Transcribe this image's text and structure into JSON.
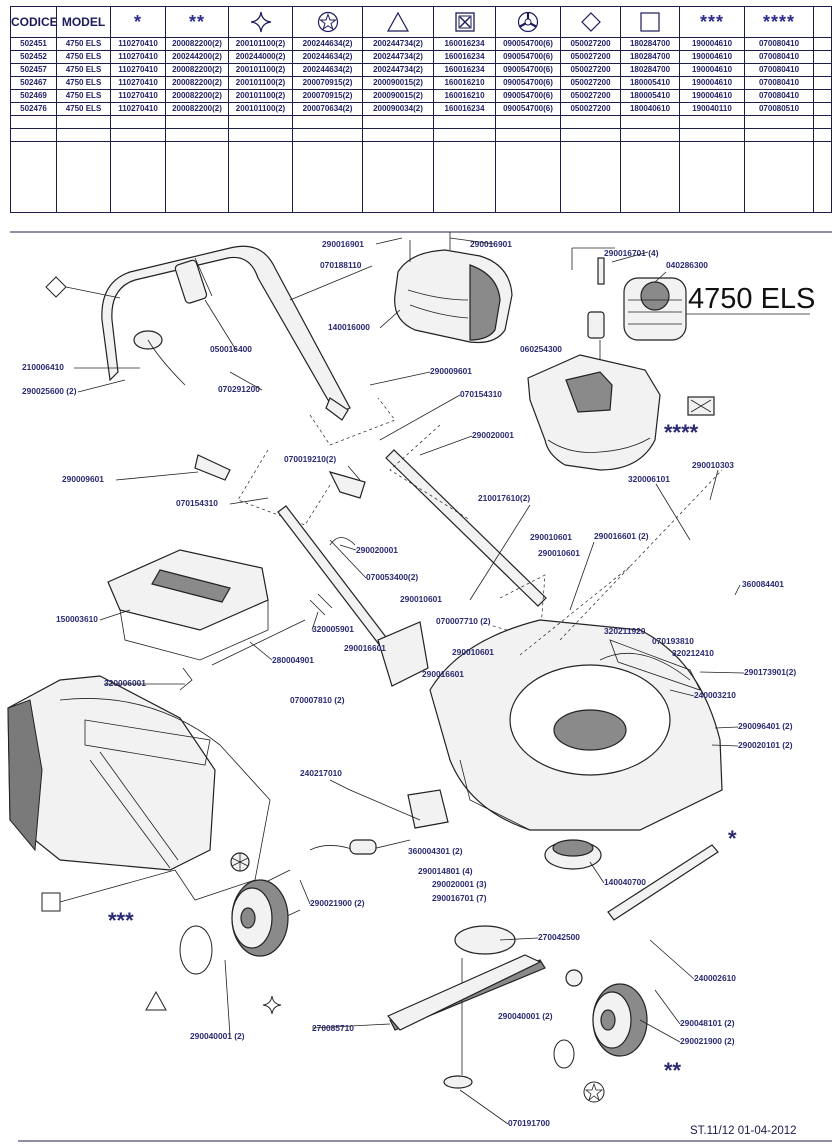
{
  "table": {
    "headers": [
      "CODICE",
      "MODEL"
    ],
    "symbol_columns": [
      {
        "kind": "stars",
        "label": "*"
      },
      {
        "kind": "stars",
        "label": "**"
      },
      {
        "kind": "icon",
        "icon": "four-point-star-icon"
      },
      {
        "kind": "icon",
        "icon": "circle-star-icon"
      },
      {
        "kind": "icon",
        "icon": "triangle-icon"
      },
      {
        "kind": "icon",
        "icon": "crossed-box-icon"
      },
      {
        "kind": "icon",
        "icon": "hub-wheel-icon"
      },
      {
        "kind": "icon",
        "icon": "diamond-icon"
      },
      {
        "kind": "icon",
        "icon": "square-icon"
      },
      {
        "kind": "stars",
        "label": "***"
      },
      {
        "kind": "stars",
        "label": "****"
      }
    ],
    "rows": [
      [
        "502451",
        "4750 ELS",
        "110270410",
        "200082200(2)",
        "200101100(2)",
        "200244634(2)",
        "200244734(2)",
        "160016234",
        "090054700(6)",
        "050027200",
        "180284700",
        "190004610",
        "070080410"
      ],
      [
        "502452",
        "4750 ELS",
        "110270410",
        "200244200(2)",
        "200244000(2)",
        "200244634(2)",
        "200244734(2)",
        "160016234",
        "090054700(6)",
        "050027200",
        "180284700",
        "190004610",
        "070080410"
      ],
      [
        "502457",
        "4750 ELS",
        "110270410",
        "200082200(2)",
        "200101100(2)",
        "200244634(2)",
        "200244734(2)",
        "160016234",
        "090054700(6)",
        "050027200",
        "180284700",
        "190004610",
        "070080410"
      ],
      [
        "502467",
        "4750 ELS",
        "110270410",
        "200082200(2)",
        "200101100(2)",
        "200070915(2)",
        "200090015(2)",
        "160016210",
        "090054700(6)",
        "050027200",
        "180005410",
        "190004610",
        "070080410"
      ],
      [
        "502469",
        "4750 ELS",
        "110270410",
        "200082200(2)",
        "200101100(2)",
        "200070915(2)",
        "200090015(2)",
        "160016210",
        "090054700(6)",
        "050027200",
        "180005410",
        "190004610",
        "070080410"
      ],
      [
        "502476",
        "4750 ELS",
        "110270410",
        "200082200(2)",
        "200101100(2)",
        "200070634(2)",
        "200090034(2)",
        "160016234",
        "090054700(6)",
        "050027200",
        "180040610",
        "190040110",
        "070080510"
      ]
    ]
  },
  "diagram": {
    "model_title": "4750 ELS",
    "parts": {
      "p290016901a": "290016901",
      "p290016901b": "290016901",
      "p070188110": "070188110",
      "p140016000": "140016000",
      "p050016400": "050016400",
      "p290016701_4": "290016701 (4)",
      "p040286300": "040286300",
      "p060254300": "060254300",
      "p210006410": "210006410",
      "p290025600": "290025600 (2)",
      "p070291200": "070291200",
      "p290009601a": "290009601",
      "p070154310a": "070154310",
      "p290020001a": "290020001",
      "p290009601b": "290009601",
      "p070154310b": "070154310",
      "p070019210": "070019210(2)",
      "p290010303": "290010303",
      "p320006101": "320006101",
      "p210017610": "210017610(2)",
      "p290020001b": "290020001",
      "p070053400": "070053400(2)",
      "p290010601a": "290010601",
      "p290010601b": "290010601",
      "p290016601a": "290016601 (2)",
      "p150003610": "150003610",
      "p360084401": "360084401",
      "p290010601c": "290010601",
      "p070007710": "070007710 (2)",
      "p320005901": "320005901",
      "p280004901": "280004901",
      "p320211920": "320211920",
      "p070193810": "070193810",
      "p320212410": "320212410",
      "p290016601b": "290016601",
      "p290010601d": "290010601",
      "p290173901": "290173901(2)",
      "p320006001": "320006001",
      "p290016601c": "290016601",
      "p070007810": "070007810 (2)",
      "p240003210": "240003210",
      "p290096401": "290096401 (2)",
      "p290020101": "290020101 (2)",
      "p240217010": "240217010",
      "p360004301": "360004301 (2)",
      "p290014801": "290014801 (4)",
      "p290020001c": "290020001 (3)",
      "p290016701_7": "290016701 (7)",
      "p140040700": "140040700",
      "p290021900a": "290021900 (2)",
      "p270042500": "270042500",
      "p240002610": "240002610",
      "p290040001a": "290040001 (2)",
      "p290040001b": "290040001 (2)",
      "p270085710": "270085710",
      "p290048101": "290048101 (2)",
      "p290021900b": "290021900 (2)",
      "p070191700": "070191700"
    },
    "markers": {
      "stars4": "****",
      "stars3": "***",
      "stars2": "**",
      "star1": "*"
    }
  },
  "footer": {
    "text": "ST.11/12  01-04-2012"
  }
}
